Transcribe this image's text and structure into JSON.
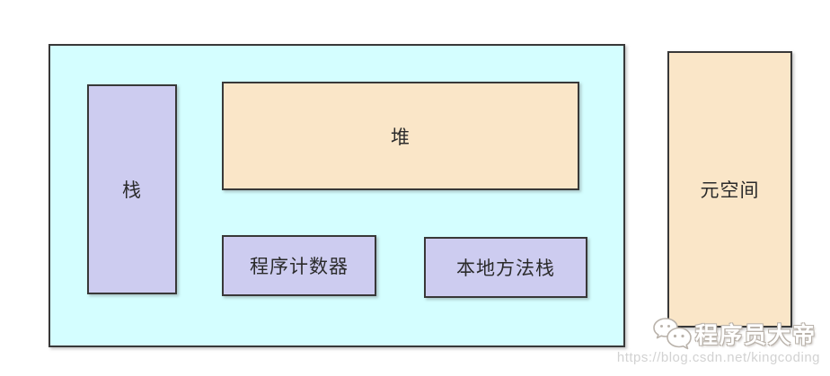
{
  "diagram": {
    "title_hint": "JVM memory structure",
    "runtime_area": {
      "boxes": [
        {
          "id": "stack",
          "label": "栈"
        },
        {
          "id": "heap",
          "label": "堆"
        },
        {
          "id": "program-counter",
          "label": "程序计数器"
        },
        {
          "id": "native-method-stack",
          "label": "本地方法栈"
        }
      ]
    },
    "metaspace": {
      "label": "元空间"
    },
    "colors": {
      "container_bg": "#d4feff",
      "lavender_bg": "#cdccf0",
      "tan_bg": "#fae6c8",
      "border": "#383838",
      "label_text": "#2b2b2b"
    }
  },
  "watermark": {
    "brand": "程序员大帝",
    "url": "https://blog.csdn.net/kingcoding",
    "logo_icon": "chat-bubbles-icon"
  }
}
